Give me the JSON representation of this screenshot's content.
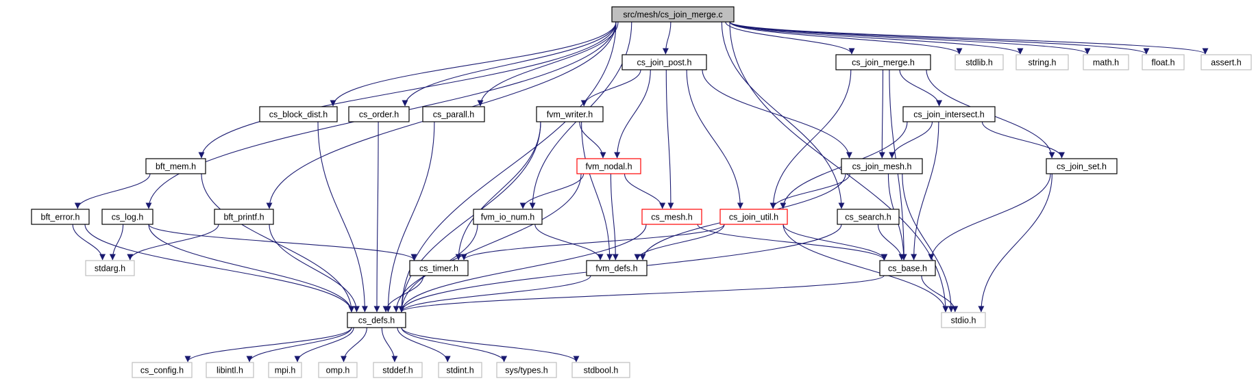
{
  "nodes": {
    "cs_join_merge_c": {
      "label": "src/mesh/cs_join_merge.c",
      "kind": "root"
    },
    "cs_join_post_h": {
      "label": "cs_join_post.h",
      "kind": "normal"
    },
    "cs_join_merge_h": {
      "label": "cs_join_merge.h",
      "kind": "normal"
    },
    "stdlib_h": {
      "label": "stdlib.h",
      "kind": "external"
    },
    "string_h": {
      "label": "string.h",
      "kind": "external"
    },
    "math_h": {
      "label": "math.h",
      "kind": "external"
    },
    "float_h": {
      "label": "float.h",
      "kind": "external"
    },
    "assert_h": {
      "label": "assert.h",
      "kind": "external"
    },
    "cs_block_dist_h": {
      "label": "cs_block_dist.h",
      "kind": "normal"
    },
    "cs_order_h": {
      "label": "cs_order.h",
      "kind": "normal"
    },
    "cs_parall_h": {
      "label": "cs_parall.h",
      "kind": "normal"
    },
    "fvm_writer_h": {
      "label": "fvm_writer.h",
      "kind": "normal"
    },
    "cs_join_intersect_h": {
      "label": "cs_join_intersect.h",
      "kind": "normal"
    },
    "bft_mem_h": {
      "label": "bft_mem.h",
      "kind": "normal"
    },
    "fvm_nodal_h": {
      "label": "fvm_nodal.h",
      "kind": "truncated"
    },
    "cs_join_mesh_h": {
      "label": "cs_join_mesh.h",
      "kind": "normal"
    },
    "cs_join_set_h": {
      "label": "cs_join_set.h",
      "kind": "normal"
    },
    "bft_error_h": {
      "label": "bft_error.h",
      "kind": "normal"
    },
    "cs_log_h": {
      "label": "cs_log.h",
      "kind": "normal"
    },
    "bft_printf_h": {
      "label": "bft_printf.h",
      "kind": "normal"
    },
    "fvm_io_num_h": {
      "label": "fvm_io_num.h",
      "kind": "normal"
    },
    "cs_mesh_h": {
      "label": "cs_mesh.h",
      "kind": "truncated"
    },
    "cs_join_util_h": {
      "label": "cs_join_util.h",
      "kind": "truncated"
    },
    "cs_search_h": {
      "label": "cs_search.h",
      "kind": "normal"
    },
    "stdarg_h": {
      "label": "stdarg.h",
      "kind": "external"
    },
    "cs_timer_h": {
      "label": "cs_timer.h",
      "kind": "normal"
    },
    "fvm_defs_h": {
      "label": "fvm_defs.h",
      "kind": "normal"
    },
    "cs_base_h": {
      "label": "cs_base.h",
      "kind": "normal"
    },
    "cs_defs_h": {
      "label": "cs_defs.h",
      "kind": "normal"
    },
    "stdio_h": {
      "label": "stdio.h",
      "kind": "external"
    },
    "cs_config_h": {
      "label": "cs_config.h",
      "kind": "external"
    },
    "libintl_h": {
      "label": "libintl.h",
      "kind": "external"
    },
    "mpi_h": {
      "label": "mpi.h",
      "kind": "external"
    },
    "omp_h": {
      "label": "omp.h",
      "kind": "external"
    },
    "stddef_h": {
      "label": "stddef.h",
      "kind": "external"
    },
    "stdint_h": {
      "label": "stdint.h",
      "kind": "external"
    },
    "sys_types_h": {
      "label": "sys/types.h",
      "kind": "external"
    },
    "stdbool_h": {
      "label": "stdbool.h",
      "kind": "external"
    }
  },
  "edges": [
    [
      "cs_join_merge_c",
      "cs_join_post_h"
    ],
    [
      "cs_join_merge_c",
      "cs_join_merge_h"
    ],
    [
      "cs_join_merge_c",
      "stdlib_h"
    ],
    [
      "cs_join_merge_c",
      "string_h"
    ],
    [
      "cs_join_merge_c",
      "math_h"
    ],
    [
      "cs_join_merge_c",
      "float_h"
    ],
    [
      "cs_join_merge_c",
      "assert_h"
    ],
    [
      "cs_join_merge_c",
      "cs_block_dist_h"
    ],
    [
      "cs_join_merge_c",
      "cs_order_h"
    ],
    [
      "cs_join_merge_c",
      "cs_parall_h"
    ],
    [
      "cs_join_merge_c",
      "bft_mem_h"
    ],
    [
      "cs_join_merge_c",
      "cs_log_h"
    ],
    [
      "cs_join_merge_c",
      "bft_printf_h"
    ],
    [
      "cs_join_merge_c",
      "fvm_io_num_h"
    ],
    [
      "cs_join_merge_c",
      "cs_search_h"
    ],
    [
      "cs_join_merge_c",
      "stdio_h"
    ],
    [
      "cs_join_merge_c",
      "cs_defs_h"
    ],
    [
      "cs_join_post_h",
      "fvm_writer_h"
    ],
    [
      "cs_join_post_h",
      "fvm_nodal_h"
    ],
    [
      "cs_join_post_h",
      "cs_mesh_h"
    ],
    [
      "cs_join_post_h",
      "cs_join_util_h"
    ],
    [
      "cs_join_post_h",
      "cs_join_mesh_h"
    ],
    [
      "cs_join_merge_h",
      "cs_join_intersect_h"
    ],
    [
      "cs_join_merge_h",
      "cs_join_mesh_h"
    ],
    [
      "cs_join_merge_h",
      "cs_join_set_h"
    ],
    [
      "cs_join_merge_h",
      "cs_join_util_h"
    ],
    [
      "cs_join_merge_h",
      "cs_base_h"
    ],
    [
      "fvm_writer_h",
      "fvm_nodal_h"
    ],
    [
      "fvm_writer_h",
      "fvm_defs_h"
    ],
    [
      "fvm_writer_h",
      "cs_timer_h"
    ],
    [
      "fvm_writer_h",
      "cs_defs_h"
    ],
    [
      "fvm_nodal_h",
      "fvm_io_num_h"
    ],
    [
      "fvm_nodal_h",
      "cs_mesh_h"
    ],
    [
      "fvm_nodal_h",
      "fvm_defs_h"
    ],
    [
      "fvm_nodal_h",
      "cs_defs_h"
    ],
    [
      "cs_join_intersect_h",
      "cs_join_mesh_h"
    ],
    [
      "cs_join_intersect_h",
      "cs_join_set_h"
    ],
    [
      "cs_join_intersect_h",
      "cs_join_util_h"
    ],
    [
      "cs_join_intersect_h",
      "cs_base_h"
    ],
    [
      "cs_join_mesh_h",
      "cs_join_util_h"
    ],
    [
      "cs_join_mesh_h",
      "fvm_defs_h"
    ],
    [
      "cs_join_mesh_h",
      "cs_base_h"
    ],
    [
      "cs_join_mesh_h",
      "stdio_h"
    ],
    [
      "cs_join_set_h",
      "cs_base_h"
    ],
    [
      "cs_join_set_h",
      "stdio_h"
    ],
    [
      "cs_join_util_h",
      "cs_timer_h"
    ],
    [
      "cs_join_util_h",
      "fvm_defs_h"
    ],
    [
      "cs_join_util_h",
      "cs_base_h"
    ],
    [
      "cs_join_util_h",
      "stdio_h"
    ],
    [
      "cs_mesh_h",
      "cs_base_h"
    ],
    [
      "cs_mesh_h",
      "cs_defs_h"
    ],
    [
      "cs_search_h",
      "cs_base_h"
    ],
    [
      "cs_search_h",
      "cs_defs_h"
    ],
    [
      "bft_mem_h",
      "bft_error_h"
    ],
    [
      "bft_mem_h",
      "cs_defs_h"
    ],
    [
      "bft_error_h",
      "stdarg_h"
    ],
    [
      "bft_error_h",
      "cs_defs_h"
    ],
    [
      "cs_log_h",
      "stdarg_h"
    ],
    [
      "cs_log_h",
      "cs_timer_h"
    ],
    [
      "cs_log_h",
      "cs_defs_h"
    ],
    [
      "bft_printf_h",
      "stdarg_h"
    ],
    [
      "bft_printf_h",
      "cs_defs_h"
    ],
    [
      "cs_block_dist_h",
      "cs_defs_h"
    ],
    [
      "cs_order_h",
      "cs_defs_h"
    ],
    [
      "cs_parall_h",
      "cs_defs_h"
    ],
    [
      "fvm_io_num_h",
      "fvm_defs_h"
    ],
    [
      "fvm_io_num_h",
      "cs_defs_h"
    ],
    [
      "cs_timer_h",
      "cs_defs_h"
    ],
    [
      "fvm_defs_h",
      "cs_defs_h"
    ],
    [
      "cs_base_h",
      "cs_defs_h"
    ],
    [
      "cs_base_h",
      "stdio_h"
    ],
    [
      "cs_defs_h",
      "cs_config_h"
    ],
    [
      "cs_defs_h",
      "libintl_h"
    ],
    [
      "cs_defs_h",
      "mpi_h"
    ],
    [
      "cs_defs_h",
      "omp_h"
    ],
    [
      "cs_defs_h",
      "stddef_h"
    ],
    [
      "cs_defs_h",
      "stdint_h"
    ],
    [
      "cs_defs_h",
      "sys_types_h"
    ],
    [
      "cs_defs_h",
      "stdbool_h"
    ]
  ],
  "colors": {
    "edge": "#191970",
    "normal_border": "#000000",
    "external_border": "#bfbfbf",
    "truncated_border": "#ff0000",
    "root_fill": "#bfbfbf",
    "text": "#000000"
  }
}
